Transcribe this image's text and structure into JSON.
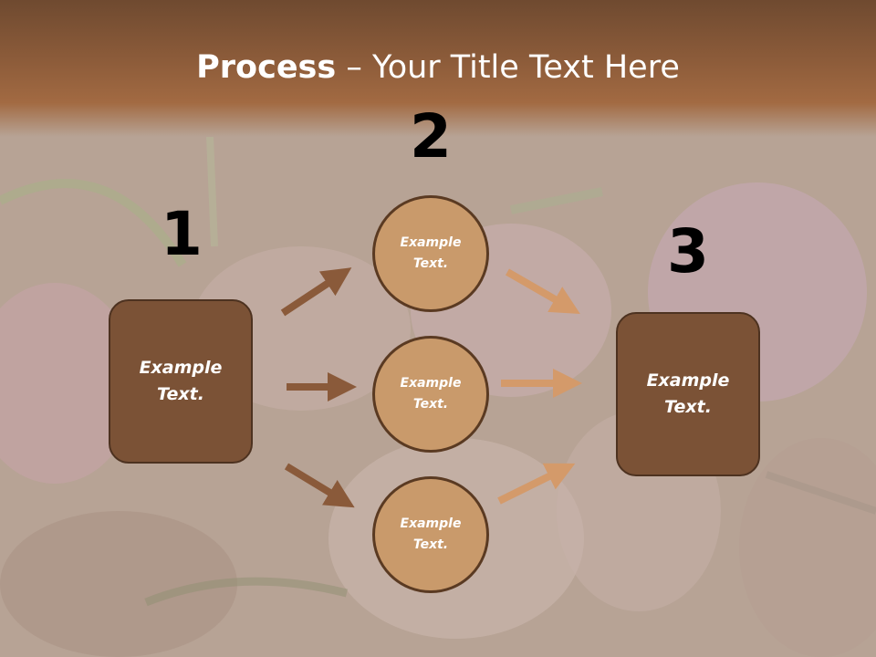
{
  "slide": {
    "title_bold": "Process",
    "title_rest": " – Your Title Text Here",
    "steps": {
      "step1_number": "1",
      "step2_number": "2",
      "step3_number": "3"
    },
    "left_box_text": "Example\nText.",
    "right_box_text": "Example\nText.",
    "circles": [
      {
        "text": "Example\nText."
      },
      {
        "text": "Example\nText."
      },
      {
        "text": "Example\nText."
      }
    ]
  },
  "colors": {
    "header": "#8d5c3a",
    "box": "#7b5236",
    "circle": "#c99a6b",
    "arrow_dark": "#8a5a3a",
    "arrow_light": "#d49a6a"
  }
}
